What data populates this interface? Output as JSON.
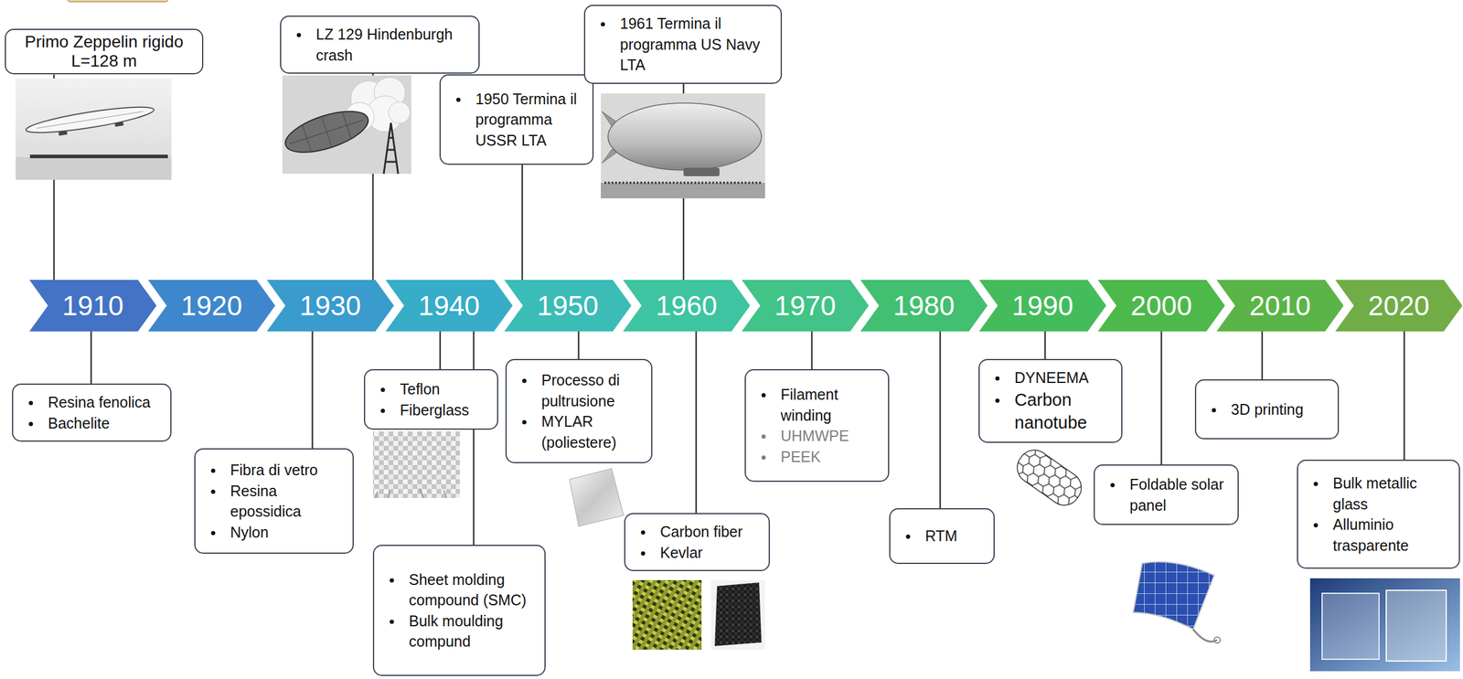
{
  "diagram": {
    "nodes": [
      {
        "text": [
          "Primo Zeppelin rigido L=128 m"
        ]
      },
      {
        "text": [
          "LZ 129 Hindenburgh crash"
        ]
      },
      {
        "text": [
          "1950 Termina il programma USSR LTA"
        ]
      },
      {
        "text": [
          "1961 Termina il programma US Navy LTA"
        ]
      },
      {
        "text": [
          "1910"
        ]
      },
      {
        "text": [
          "1920"
        ]
      },
      {
        "text": [
          "1930"
        ]
      },
      {
        "text": [
          "1940"
        ]
      },
      {
        "text": [
          "1950"
        ]
      },
      {
        "text": [
          "1960"
        ]
      },
      {
        "text": [
          "1970"
        ]
      },
      {
        "text": [
          "1980"
        ]
      },
      {
        "text": [
          "1990"
        ]
      },
      {
        "text": [
          "2000"
        ]
      },
      {
        "text": [
          "2010"
        ]
      },
      {
        "text": [
          "2020"
        ]
      },
      {
        "text": [
          "Resina fenolica",
          "Bachelite"
        ]
      },
      {
        "text": [
          "Fibra di vetro",
          "Resina epossidica",
          "Nylon"
        ]
      },
      {
        "text": [
          "Teflon",
          "Fiberglass"
        ]
      },
      {
        "text": [
          "Sheet molding compound (SMC)",
          "Bulk moulding compund"
        ]
      },
      {
        "text": [
          "Processo di pultrusione",
          "MYLAR (poliestere)"
        ]
      },
      {
        "text": [
          "Carbon fiber",
          "Kevlar"
        ]
      },
      {
        "text": [
          "Filament winding",
          "UHMWPE",
          "PEEK"
        ]
      },
      {
        "text": [
          "RTM"
        ]
      },
      {
        "text": [
          "DYNEEMA",
          "Carbon nanotube"
        ]
      },
      {
        "text": [
          "Foldable solar panel"
        ]
      },
      {
        "text": [
          "3D printing"
        ]
      },
      {
        "text": [
          "Bulk metallic glass",
          "Alluminio trasparente"
        ]
      }
    ],
    "edges": [
      {
        "from": 0,
        "to": 4,
        "arrow": "none"
      },
      {
        "from": 1,
        "to": 6,
        "arrow": "none"
      },
      {
        "from": 2,
        "to": 8,
        "arrow": "none"
      },
      {
        "from": 3,
        "to": 9,
        "arrow": "none"
      },
      {
        "from": 4,
        "to": 16,
        "arrow": "none"
      },
      {
        "from": 6,
        "to": 17,
        "arrow": "none"
      },
      {
        "from": 7,
        "to": 18,
        "arrow": "none"
      },
      {
        "from": 7,
        "to": 19,
        "arrow": "none"
      },
      {
        "from": 8,
        "to": 20,
        "arrow": "none"
      },
      {
        "from": 9,
        "to": 21,
        "arrow": "none"
      },
      {
        "from": 10,
        "to": 22,
        "arrow": "none"
      },
      {
        "from": 11,
        "to": 23,
        "arrow": "none"
      },
      {
        "from": 12,
        "to": 24,
        "arrow": "none"
      },
      {
        "from": 13,
        "to": 25,
        "arrow": "none"
      },
      {
        "from": 14,
        "to": 26,
        "arrow": "none"
      },
      {
        "from": 15,
        "to": 27,
        "arrow": "none"
      }
    ]
  }
}
